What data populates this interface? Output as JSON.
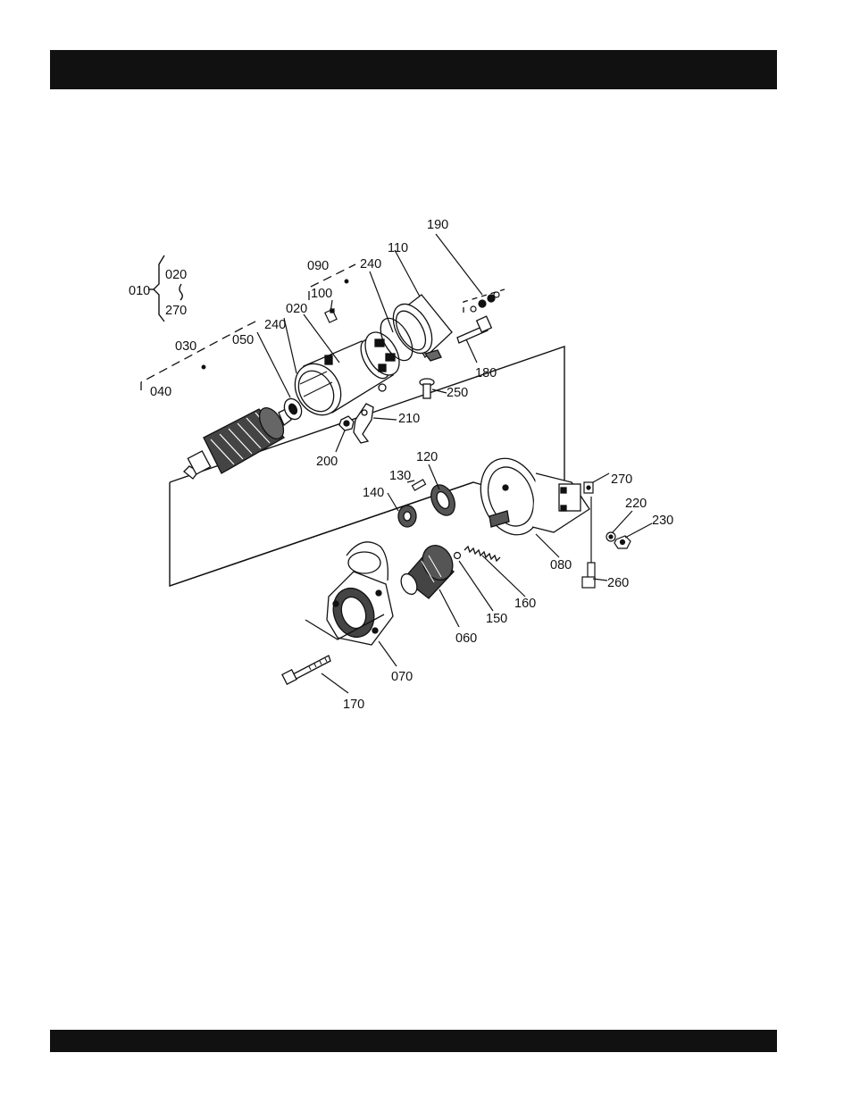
{
  "labels": {
    "l010": "010",
    "l020a": "020",
    "l270a": "270",
    "l030": "030",
    "l040": "040",
    "l050": "050",
    "l240a": "240",
    "l020b": "020",
    "l090": "090",
    "l100": "100",
    "l240b": "240",
    "l110": "110",
    "l190": "190",
    "l180": "180",
    "l250": "250",
    "l210": "210",
    "l200": "200",
    "l130": "130",
    "l120": "120",
    "l140": "140",
    "l270b": "270",
    "l220": "220",
    "l230": "230",
    "l080": "080",
    "l260": "260",
    "l160": "160",
    "l150": "150",
    "l060": "060",
    "l070": "070",
    "l170": "170"
  },
  "colors": {
    "band": "#111111",
    "ink": "#111111",
    "paper": "#ffffff"
  }
}
